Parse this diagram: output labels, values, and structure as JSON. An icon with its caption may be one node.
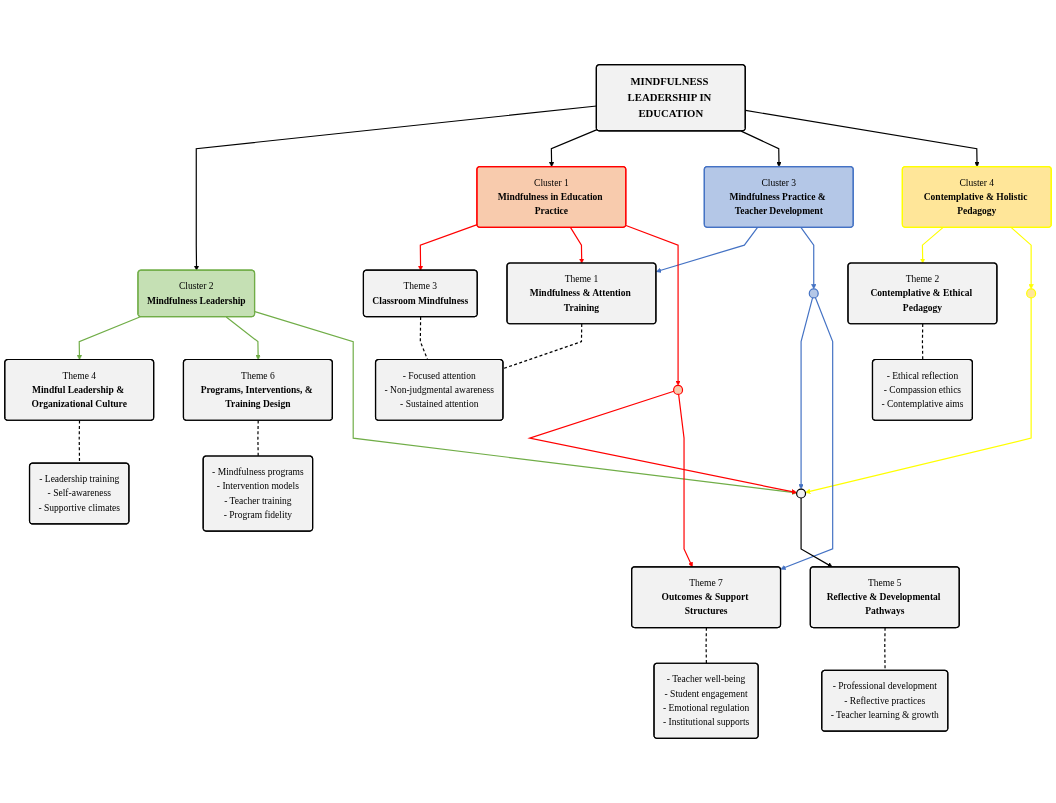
{
  "diagram": {
    "nodes": [
      {
        "text": [
          "MINDFULNESS LEADERSHIP IN EDUCATION"
        ]
      },
      {
        "text": [
          "Cluster 2",
          "Mindfulness Leadership"
        ]
      },
      {
        "text": [
          "Cluster 1",
          "Mindfulness in Education Practice"
        ]
      },
      {
        "text": [
          "Cluster 3",
          "Mindfulness Practice & Teacher Development"
        ]
      },
      {
        "text": [
          "Cluster 4",
          "Contemplative & Holistic Pedagogy"
        ]
      },
      {
        "text": [
          "Theme 4",
          "Mindful Leadership & Organizational Culture"
        ]
      },
      {
        "text": [
          "Theme 3",
          "Classroom Mindfulness"
        ]
      },
      {
        "text": [
          "Theme 1",
          "Mindfulness & Attention Training"
        ]
      },
      {
        "text": [
          "Theme 2",
          "Contemplative & Ethical Pedagogy"
        ]
      },
      {
        "text": [
          "- Leadership training",
          "- Self-awareness",
          "- Supportive climates"
        ]
      },
      {
        "text": [
          "- Focused attention",
          "- Non-judgmental awareness",
          "- Sustained attention"
        ]
      },
      {
        "text": [
          "- Ethical reflection",
          "- Compassion ethics",
          "- Contemplative aims"
        ]
      },
      {
        "text": [
          "Theme 6",
          "Programs, Interventions, & Training Design"
        ]
      },
      {
        "text": [],
        "shape": "circle"
      },
      {
        "text": [],
        "shape": "circle"
      },
      {
        "text": [],
        "shape": "circle"
      },
      {
        "text": [],
        "shape": "circle"
      },
      {
        "text": [
          "Theme 7",
          "Outcomes & Support Structures"
        ]
      },
      {
        "text": [
          "- Mindfulness programs",
          "- Intervention models",
          "- Teacher training",
          "- Program fidelity"
        ]
      },
      {
        "text": [
          "Theme 5",
          "Reflective & Developmental Pathways"
        ]
      },
      {
        "text": [
          "- Teacher well-being",
          "- Student engagement",
          "- Emotional regulation",
          "- Institutional supports"
        ]
      },
      {
        "text": [
          "- Professional development",
          "- Reflective practices",
          "- Teacher learning & growth"
        ]
      }
    ],
    "edges": [
      {
        "from": 0,
        "to": 1,
        "arrow": "to"
      },
      {
        "from": 0,
        "to": 2,
        "arrow": "to"
      },
      {
        "from": 0,
        "to": 3,
        "arrow": "to"
      },
      {
        "from": 0,
        "to": 4,
        "arrow": "to"
      },
      {
        "from": 1,
        "to": 5,
        "arrow": "to",
        "color": "#70ad47"
      },
      {
        "from": 2,
        "to": 6,
        "arrow": "to",
        "color": "#ff0000"
      },
      {
        "from": 2,
        "to": 7,
        "arrow": "to",
        "color": "#ff0000"
      },
      {
        "from": 3,
        "to": 7,
        "arrow": "to",
        "color": "#4472c4"
      },
      {
        "from": 4,
        "to": 8,
        "arrow": "to",
        "color": "#ffff00"
      },
      {
        "from": 5,
        "to": 9,
        "arrow": "none",
        "style": "dashed"
      },
      {
        "from": 6,
        "to": 10,
        "arrow": "none",
        "style": "dashed"
      },
      {
        "from": 7,
        "to": 10,
        "arrow": "none",
        "style": "dashed"
      },
      {
        "from": 8,
        "to": 11,
        "arrow": "none",
        "style": "dashed"
      },
      {
        "from": 1,
        "to": 12,
        "arrow": "to",
        "color": "#70ad47"
      },
      {
        "from": 1,
        "to": 15,
        "arrow": "to",
        "color": "#70ad47"
      },
      {
        "from": 2,
        "to": 13,
        "arrow": "to",
        "color": "#ff0000"
      },
      {
        "from": 13,
        "to": 15,
        "arrow": "to",
        "color": "#ff0000"
      },
      {
        "from": 13,
        "to": 17,
        "arrow": "to",
        "color": "#ff0000"
      },
      {
        "from": 4,
        "to": 14,
        "arrow": "to",
        "color": "#ffff00"
      },
      {
        "from": 14,
        "to": 15,
        "arrow": "to",
        "color": "#ffff00"
      },
      {
        "from": 3,
        "to": 16,
        "arrow": "to",
        "color": "#4472c4"
      },
      {
        "from": 16,
        "to": 15,
        "arrow": "to",
        "color": "#4472c4"
      },
      {
        "from": 16,
        "to": 17,
        "arrow": "to",
        "color": "#4472c4"
      },
      {
        "from": 15,
        "to": 19,
        "arrow": "to"
      },
      {
        "from": 12,
        "to": 18,
        "arrow": "none",
        "style": "dashed"
      },
      {
        "from": 17,
        "to": 20,
        "arrow": "none",
        "style": "dashed"
      },
      {
        "from": 19,
        "to": 21,
        "arrow": "none",
        "style": "dashed"
      }
    ]
  }
}
